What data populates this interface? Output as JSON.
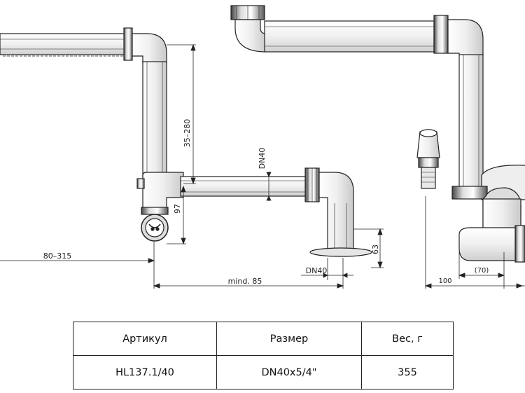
{
  "dimensions": {
    "height_35_280": "35–280",
    "dn40_upper": "DN40",
    "dim_97": "97",
    "length_80_315": "80–315",
    "dim_63": "63",
    "dn40_lower": "DN40",
    "min_85": "mind. 85",
    "dim_70": "(70)",
    "dim_100": "100"
  },
  "table": {
    "headers": [
      "Артикул",
      "Размер",
      "Вес, г"
    ],
    "rows": [
      [
        "HL137.1/40",
        "DN40x5/4\"",
        "355"
      ]
    ]
  }
}
